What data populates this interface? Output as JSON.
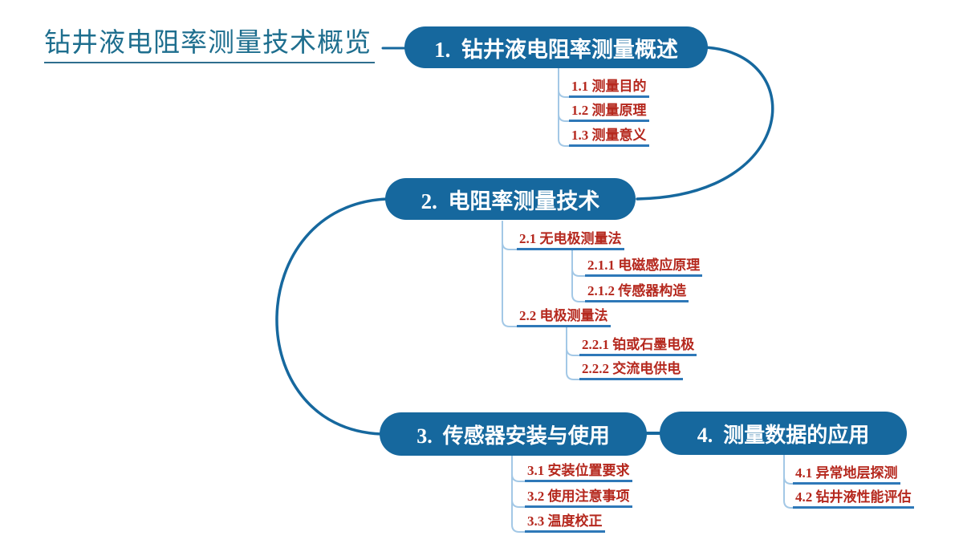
{
  "root": {
    "title": "钻井液电阻率测量技术概览"
  },
  "topics": [
    {
      "label": "1.  钻井液电阻率测量概述",
      "children": [
        {
          "label": "1.1 测量目的"
        },
        {
          "label": "1.2 测量原理"
        },
        {
          "label": "1.3 测量意义"
        }
      ]
    },
    {
      "label": "2.  电阻率测量技术",
      "children": [
        {
          "label": "2.1 无电极测量法",
          "children": [
            {
              "label": "2.1.1 电磁感应原理"
            },
            {
              "label": "2.1.2 传感器构造"
            }
          ]
        },
        {
          "label": "2.2 电极测量法",
          "children": [
            {
              "label": "2.2.1 铂或石墨电极"
            },
            {
              "label": "2.2.2 交流电供电"
            }
          ]
        }
      ]
    },
    {
      "label": "3.  传感器安装与使用",
      "children": [
        {
          "label": "3.1 安装位置要求"
        },
        {
          "label": "3.2 使用注意事项"
        },
        {
          "label": "3.3 温度校正"
        }
      ]
    },
    {
      "label": "4.  测量数据的应用",
      "children": [
        {
          "label": "4.1 异常地层探测"
        },
        {
          "label": "4.2 钻井液性能评估"
        }
      ]
    }
  ],
  "colors": {
    "node_bg": "#16689E",
    "node_text": "#FFFFFF",
    "edge_dark": "#16689E",
    "branch_light": "#A3C8E6",
    "child_underline": "#2E78B8",
    "child_text": "#B5281E",
    "root_text": "#1E6E8E"
  }
}
